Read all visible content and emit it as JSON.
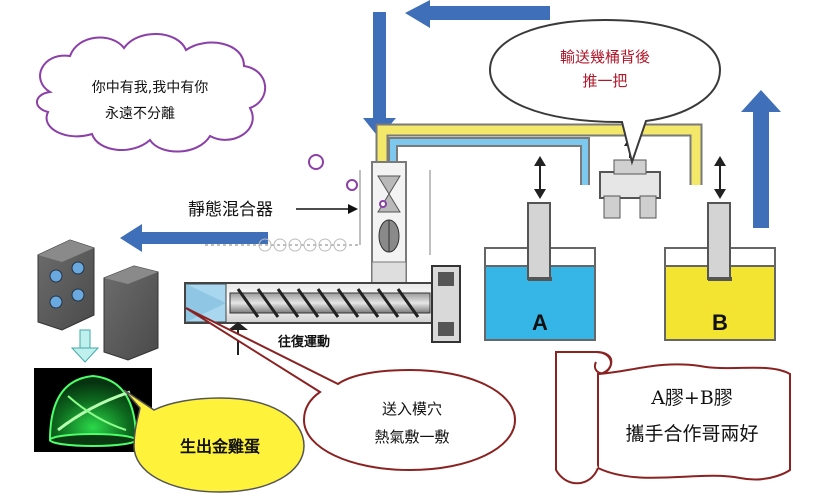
{
  "bubbles": {
    "cloud": {
      "line1": "你中有我,我中有你",
      "line2": "永遠不分離"
    },
    "top_right": {
      "line1": "輸送幾桶背後",
      "line2": "推一把"
    },
    "mold": {
      "line1": "送入模穴",
      "line2": "熱氣敷一敷"
    },
    "egg": {
      "text": "生出金雞蛋"
    },
    "scroll": {
      "line1": "A膠+B膠",
      "line2": "攜手合作哥兩好"
    }
  },
  "labels": {
    "static_mixer": "靜態混合器",
    "reciprocating": "往復運動",
    "tank_a": "A",
    "tank_b": "B"
  },
  "colors": {
    "blue_arrow": "#3f6fb8",
    "tank_a_fill": "#35b6e6",
    "tank_b_fill": "#f2e430",
    "pipe_yellow": "#f3e86a",
    "pipe_blue": "#7cc8ee",
    "speech_outline": "#6d2b2b",
    "cloud_outline": "#8b3fa8",
    "egg_bubble": "#fff23a"
  },
  "icons": {
    "arrow": "block-arrow",
    "product": "dome-lens",
    "mold": "mold-block"
  }
}
